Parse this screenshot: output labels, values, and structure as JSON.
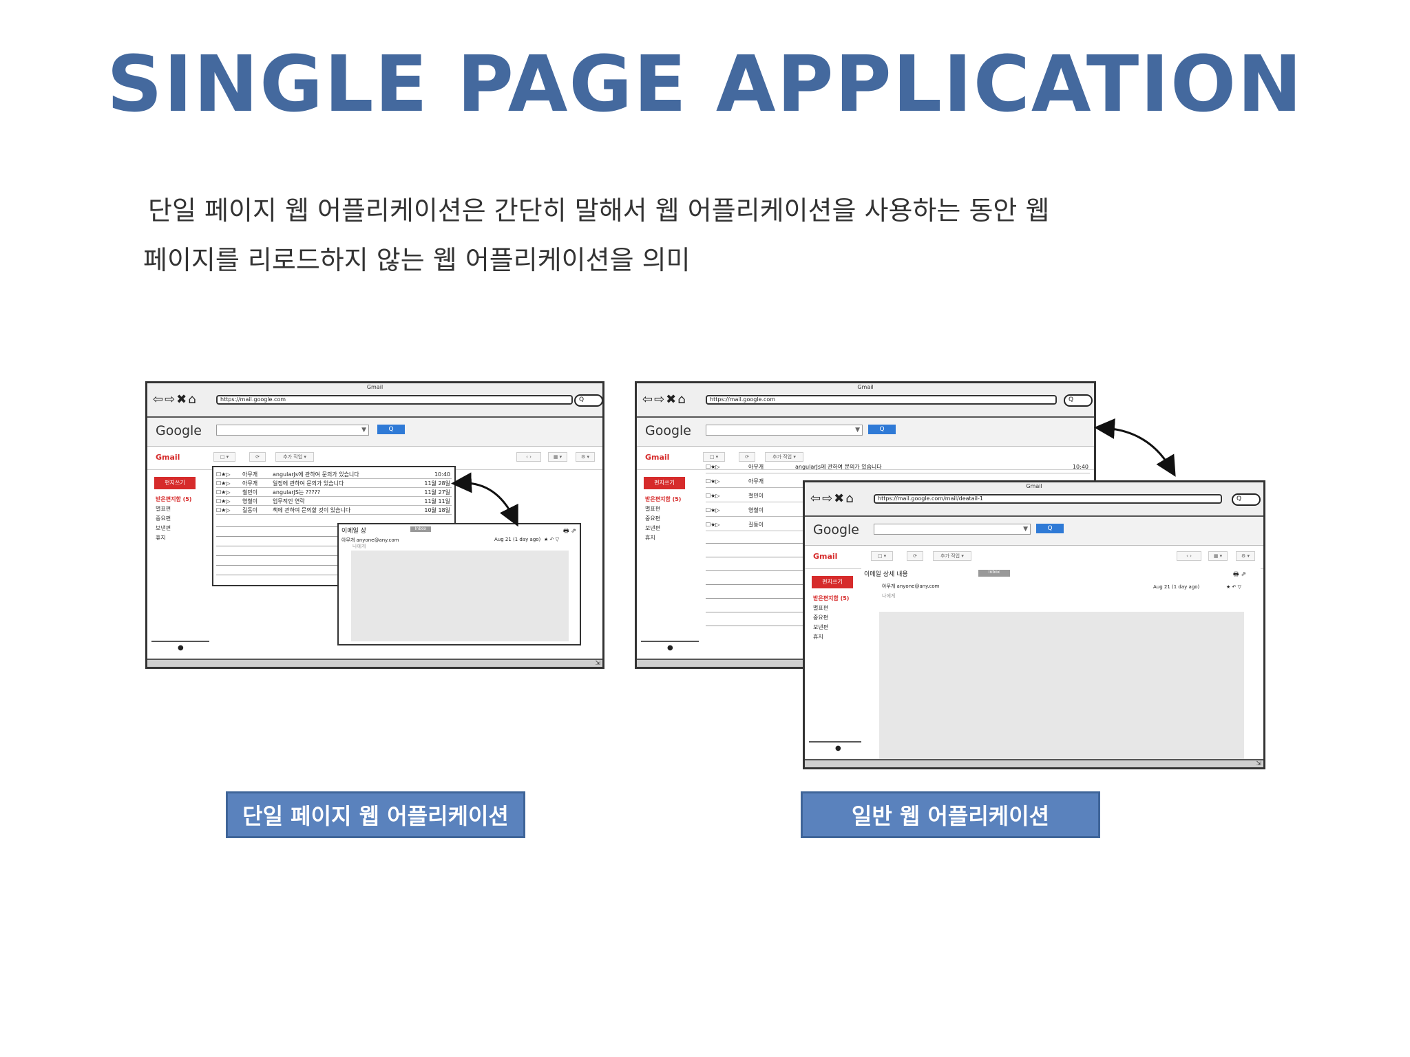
{
  "slide": {
    "title": "SINGLE PAGE APPLICATION",
    "desc_line1": "단일 페이지 웹 어플리케이션은 간단히 말해서 웹 어플리케이션을 사용하는 동안 웹",
    "desc_line2": "페이지를 리로드하지 않는 웹 어플리케이션을 의미",
    "label_spa": "단일 페이지 웹 어플리케이션",
    "label_normal": "일반 웹 어플리케이션"
  },
  "mockup": {
    "window_title": "Gmail",
    "nav_icons": "⇦⇨✖⌂",
    "url_list": "https://mail.google.com",
    "url_detail": "https://mail.google.com/mail/deatail-1",
    "search_pill": "Q",
    "google_logo": "Google",
    "gmail_label": "Gmail",
    "search_dropdown": "▼",
    "search_button": "Q",
    "toolbar": {
      "select": "□ ▾",
      "refresh": "⟳",
      "more": "추가 작업 ▾",
      "pager": "‹  ›",
      "view": "▦ ▾",
      "settings": "⚙ ▾"
    },
    "compose": "편지쓰기",
    "sidebar": [
      "받은편지함 (5)",
      "별표편",
      "중요편",
      "보낸편",
      "휴지"
    ],
    "mails": [
      {
        "icons": "☐★▷",
        "sender": "아무개",
        "subject": "angularJs에 관하여 문의가 있습니다",
        "date": "10:40"
      },
      {
        "icons": "☐★▷",
        "sender": "아무개",
        "subject": "일정에 관하여 문의가 있습니다",
        "date": "11월 28일"
      },
      {
        "icons": "☐★▷",
        "sender": "철민이",
        "subject": "angularJS는 ?????",
        "date": "11월 27일"
      },
      {
        "icons": "☐★▷",
        "sender": "영철이",
        "subject": "업무적인 연락",
        "date": "11월 11일"
      },
      {
        "icons": "☐★▷",
        "sender": "길동이",
        "subject": "책에 관하여 문의할 것이 있습니다",
        "date": "10월 18일"
      }
    ],
    "detail": {
      "subject_spa": "이메일 상",
      "subject_normal": "이메일 상세 내용",
      "tag": "Inbox",
      "from": "아무개 anyone@any.com",
      "to": "나에게",
      "date": "Aug 21 (1 day ago)",
      "icons": "★ ↶ ▽",
      "print_icons": "🖶 ⇗"
    },
    "side_dot": "●",
    "resize": "⇲"
  }
}
